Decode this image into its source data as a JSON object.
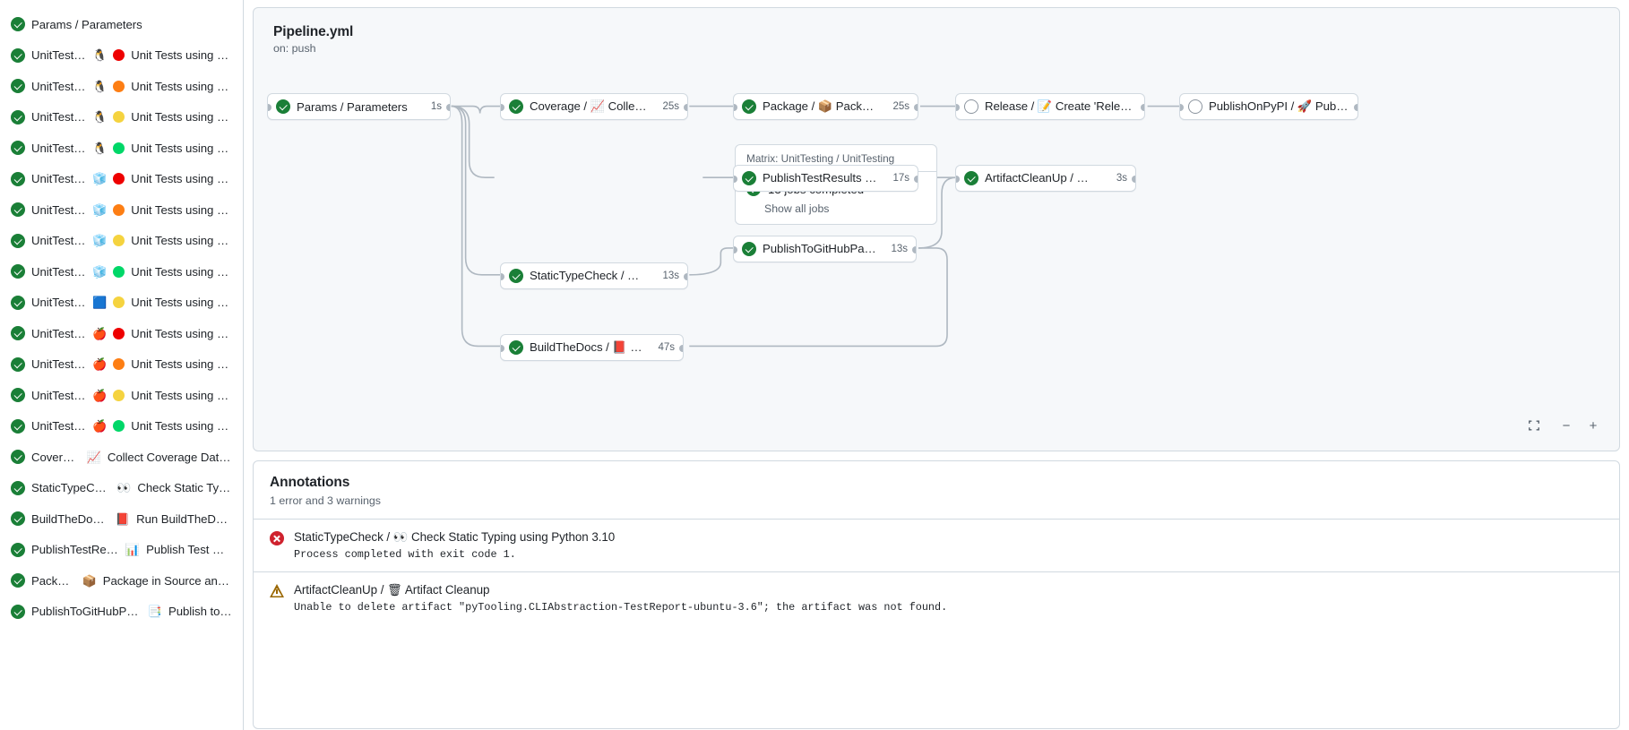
{
  "sidebar": {
    "jobs": [
      {
        "status": "success",
        "name": "Params / Parameters",
        "os_emoji": "",
        "dot": ""
      },
      {
        "status": "success",
        "name": "UnitTesting /",
        "os_emoji": "🐧",
        "dot": "#ee0000",
        "label": "Unit Tests using Pyth..."
      },
      {
        "status": "success",
        "name": "UnitTesting /",
        "os_emoji": "🐧",
        "dot": "#fd7e14",
        "label": "Unit Tests using Pyth..."
      },
      {
        "status": "success",
        "name": "UnitTesting /",
        "os_emoji": "🐧",
        "dot": "#f5d33f",
        "label": "Unit Tests using Pyth..."
      },
      {
        "status": "success",
        "name": "UnitTesting /",
        "os_emoji": "🐧",
        "dot": "#00d768",
        "label": "Unit Tests using Pyth..."
      },
      {
        "status": "success",
        "name": "UnitTesting /",
        "os_emoji": "🧊",
        "dot": "#ee0000",
        "label": "Unit Tests using Pyth..."
      },
      {
        "status": "success",
        "name": "UnitTesting /",
        "os_emoji": "🧊",
        "dot": "#fd7e14",
        "label": "Unit Tests using Pyth..."
      },
      {
        "status": "success",
        "name": "UnitTesting /",
        "os_emoji": "🧊",
        "dot": "#f5d33f",
        "label": "Unit Tests using Pyth..."
      },
      {
        "status": "success",
        "name": "UnitTesting /",
        "os_emoji": "🧊",
        "dot": "#00d768",
        "label": "Unit Tests using Pyth..."
      },
      {
        "status": "success",
        "name": "UnitTesting /",
        "os_emoji": "🟦",
        "dot": "#f5d33f",
        "label": "Unit Tests using Pyth..."
      },
      {
        "status": "success",
        "name": "UnitTesting /",
        "os_emoji": "🍎",
        "dot": "#ee0000",
        "label": "Unit Tests using Pyth..."
      },
      {
        "status": "success",
        "name": "UnitTesting /",
        "os_emoji": "🍎",
        "dot": "#fd7e14",
        "label": "Unit Tests using Pyth..."
      },
      {
        "status": "success",
        "name": "UnitTesting /",
        "os_emoji": "🍎",
        "dot": "#f5d33f",
        "label": "Unit Tests using Pyth..."
      },
      {
        "status": "success",
        "name": "UnitTesting /",
        "os_emoji": "🍎",
        "dot": "#00d768",
        "label": "Unit Tests using Pyth..."
      },
      {
        "status": "success",
        "name": "Coverage /",
        "os_emoji": "📈",
        "dot": "",
        "label": "Collect Coverage Data usi..."
      },
      {
        "status": "success",
        "name": "StaticTypeCheck /",
        "os_emoji": "👀",
        "dot": "",
        "label": "Check Static Typing..."
      },
      {
        "status": "success",
        "name": "BuildTheDocs /",
        "os_emoji": "📕",
        "dot": "",
        "label": "Run BuildTheDocs"
      },
      {
        "status": "success",
        "name": "PublishTestResults /",
        "os_emoji": "📊",
        "dot": "",
        "label": "Publish Test Resu..."
      },
      {
        "status": "success",
        "name": "Package /",
        "os_emoji": "📦",
        "dot": "",
        "label": "Package in Source and Wh..."
      },
      {
        "status": "success",
        "name": "PublishToGitHubPages /",
        "os_emoji": "📑",
        "dot": "",
        "label": "Publish to G..."
      }
    ]
  },
  "graph": {
    "title": "Pipeline.yml",
    "trigger": "on: push",
    "nodes": [
      {
        "id": "params",
        "status": "success",
        "label": "Params / Parameters",
        "time": "1s"
      },
      {
        "id": "coverage",
        "status": "success",
        "label": "Coverage / 📈 Collect Cove...",
        "time": "25s"
      },
      {
        "id": "package",
        "status": "success",
        "label": "Package / 📦 Package in So...",
        "time": "25s"
      },
      {
        "id": "release",
        "status": "pending",
        "label": "Release / 📝 Create 'Release P...",
        "time": ""
      },
      {
        "id": "pypi",
        "status": "pending",
        "label": "PublishOnPyPI / 🚀 Publish to ...",
        "time": ""
      },
      {
        "id": "testres",
        "status": "success",
        "label": "PublishTestResults / 📊 Pu...",
        "time": "17s"
      },
      {
        "id": "cleanup",
        "status": "success",
        "label": "ArtifactCleanUp / 🗑 Artifac...",
        "time": "3s"
      },
      {
        "id": "ghpages",
        "status": "success",
        "label": "PublishToGitHubPages / 📑 ...",
        "time": "13s"
      },
      {
        "id": "typecheck",
        "status": "success",
        "label": "StaticTypeCheck / 👀 Chec...",
        "time": "13s"
      },
      {
        "id": "docs",
        "status": "success",
        "label": "BuildTheDocs / 📕 Run Buil...",
        "time": "47s"
      }
    ],
    "matrix": {
      "header": "Matrix: UnitTesting / UnitTesting",
      "status": "success",
      "summary": "13 jobs completed",
      "show_all": "Show all jobs"
    },
    "zoom_controls": {
      "fit_label": "fit-screen-icon",
      "zoom_out_label": "−",
      "zoom_in_label": "+"
    }
  },
  "annotations": {
    "title": "Annotations",
    "summary": "1 error and 3 warnings",
    "items": [
      {
        "severity": "error",
        "name": "StaticTypeCheck / 👀 Check Static Typing using Python 3.10",
        "message": "Process completed with exit code 1."
      },
      {
        "severity": "warning",
        "name": "ArtifactCleanUp / 🗑 Artifact Cleanup",
        "message": "Unable to delete artifact \"pyTooling.CLIAbstraction-TestReport-ubuntu-3.6\"; the artifact was not found."
      }
    ]
  }
}
